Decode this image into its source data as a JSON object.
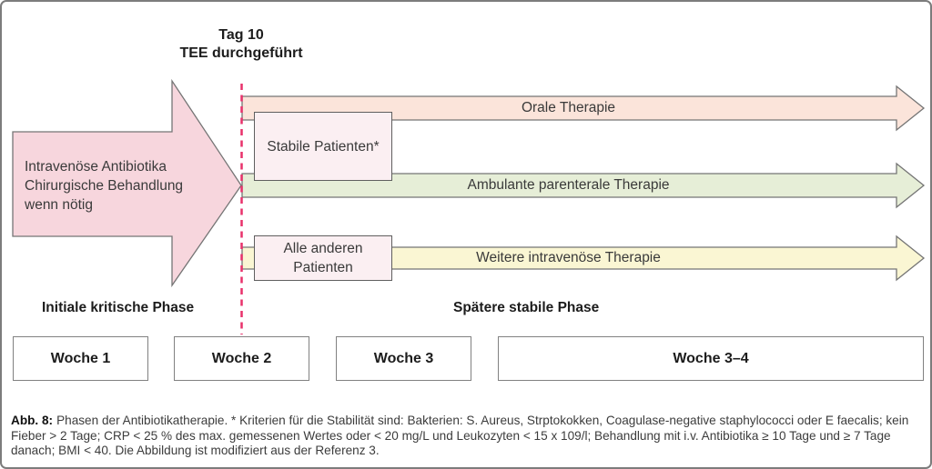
{
  "colors": {
    "main_arrow_fill": "#f7d6dd",
    "oral_arrow_fill": "#fbe4da",
    "outpatient_arrow_fill": "#e6eed7",
    "iv_arrow_fill": "#faf6d3",
    "patient_box_fill": "#fbeff2",
    "divider_line": "#e8316b",
    "shape_border": "#757575"
  },
  "day_marker": {
    "line1": "Tag 10",
    "line2": "TEE durchgeführt"
  },
  "main_arrow": {
    "line1": "Intravenöse Antibiotika",
    "line2": "Chirurgische Behandlung",
    "line3": "wenn nötig"
  },
  "therapy_arrows": {
    "oral": "Orale Therapie",
    "outpatient": "Ambulante parenterale Therapie",
    "iv": "Weitere intravenöse Therapie"
  },
  "patient_boxes": {
    "stable": "Stabile Patienten*",
    "others_line1": "Alle anderen",
    "others_line2": "Patienten"
  },
  "phases": {
    "initial": "Initiale kritische Phase",
    "late": "Spätere stabile Phase"
  },
  "weeks": [
    "Woche 1",
    "Woche 2",
    "Woche 3",
    "Woche 3–4"
  ],
  "caption": {
    "label": "Abb. 8:",
    "text": "Phasen der Antibiotikatherapie. * Kriterien für die Stabilität sind: Bakterien: S. Aureus, Strptokokken, Coagulase-negative staphylococci oder E faecalis; kein Fieber > 2 Tage; CRP < 25 % des max. gemessenen Wertes oder < 20 mg/L und Leukozyten < 15 x 109/l; Behandlung mit i.v. Antibiotika ≥ 10 Tage und ≥ 7 Tage danach; BMI < 40. Die Abbildung ist modifiziert aus der Referenz 3."
  }
}
